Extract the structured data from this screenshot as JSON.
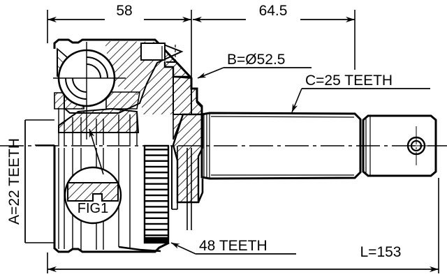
{
  "drawing": {
    "type": "cv-joint-technical-drawing",
    "background_color": "#ffffff",
    "line_color": "#000000",
    "dimensions": {
      "top_left": {
        "label": "58",
        "value": 58,
        "unit": "mm",
        "description": "outer joint housing length"
      },
      "top_right": {
        "label": "64.5",
        "value": 64.5,
        "unit": "mm",
        "description": "shaft section length"
      },
      "bottom_total": {
        "label": "L=153",
        "value": 153,
        "unit": "mm",
        "description": "overall length"
      }
    },
    "labels": {
      "spline_a": {
        "text": "A=22 TEETH",
        "letter": "A",
        "count": 22,
        "orientation": "vertical"
      },
      "diameter_b": {
        "text": "B=Ø52.5",
        "letter": "B",
        "value": 52.5,
        "unit": "mm"
      },
      "spline_c": {
        "text": "C=25 TEETH",
        "letter": "C",
        "count": 25
      },
      "abs_ring": {
        "text": "48 TEETH",
        "count": 48,
        "description": "ABS tone ring teeth"
      },
      "detail_callout": {
        "text": "FIG1",
        "description": "sectional detail bubble"
      }
    }
  }
}
